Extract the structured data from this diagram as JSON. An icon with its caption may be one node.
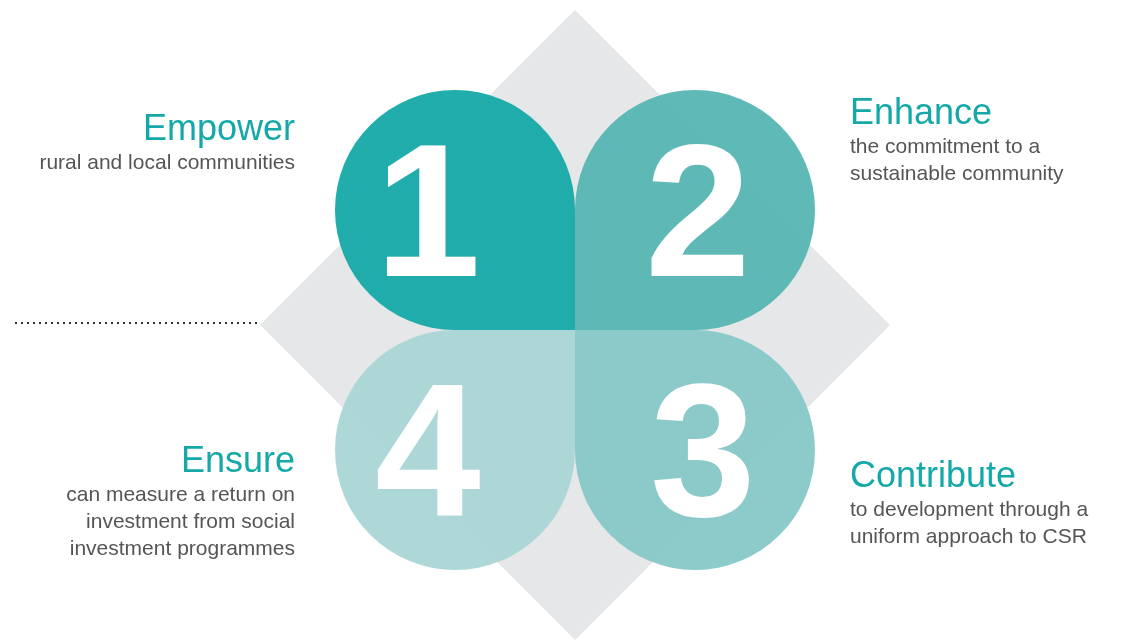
{
  "diagram": {
    "nodes": [
      {
        "text": [
          "1"
        ],
        "beside": [
          "Empower",
          "rural and local communities"
        ]
      },
      {
        "text": [
          "2"
        ],
        "beside": [
          "Enhance",
          "the commitment to a sustainable community"
        ]
      },
      {
        "text": [
          "3"
        ],
        "beside": [
          "Contribute",
          "to development through a uniform approach to CSR"
        ]
      },
      {
        "text": [
          "4"
        ],
        "beside": [
          "Ensure",
          "can measure a return on investment from social investment programmes"
        ]
      }
    ]
  }
}
